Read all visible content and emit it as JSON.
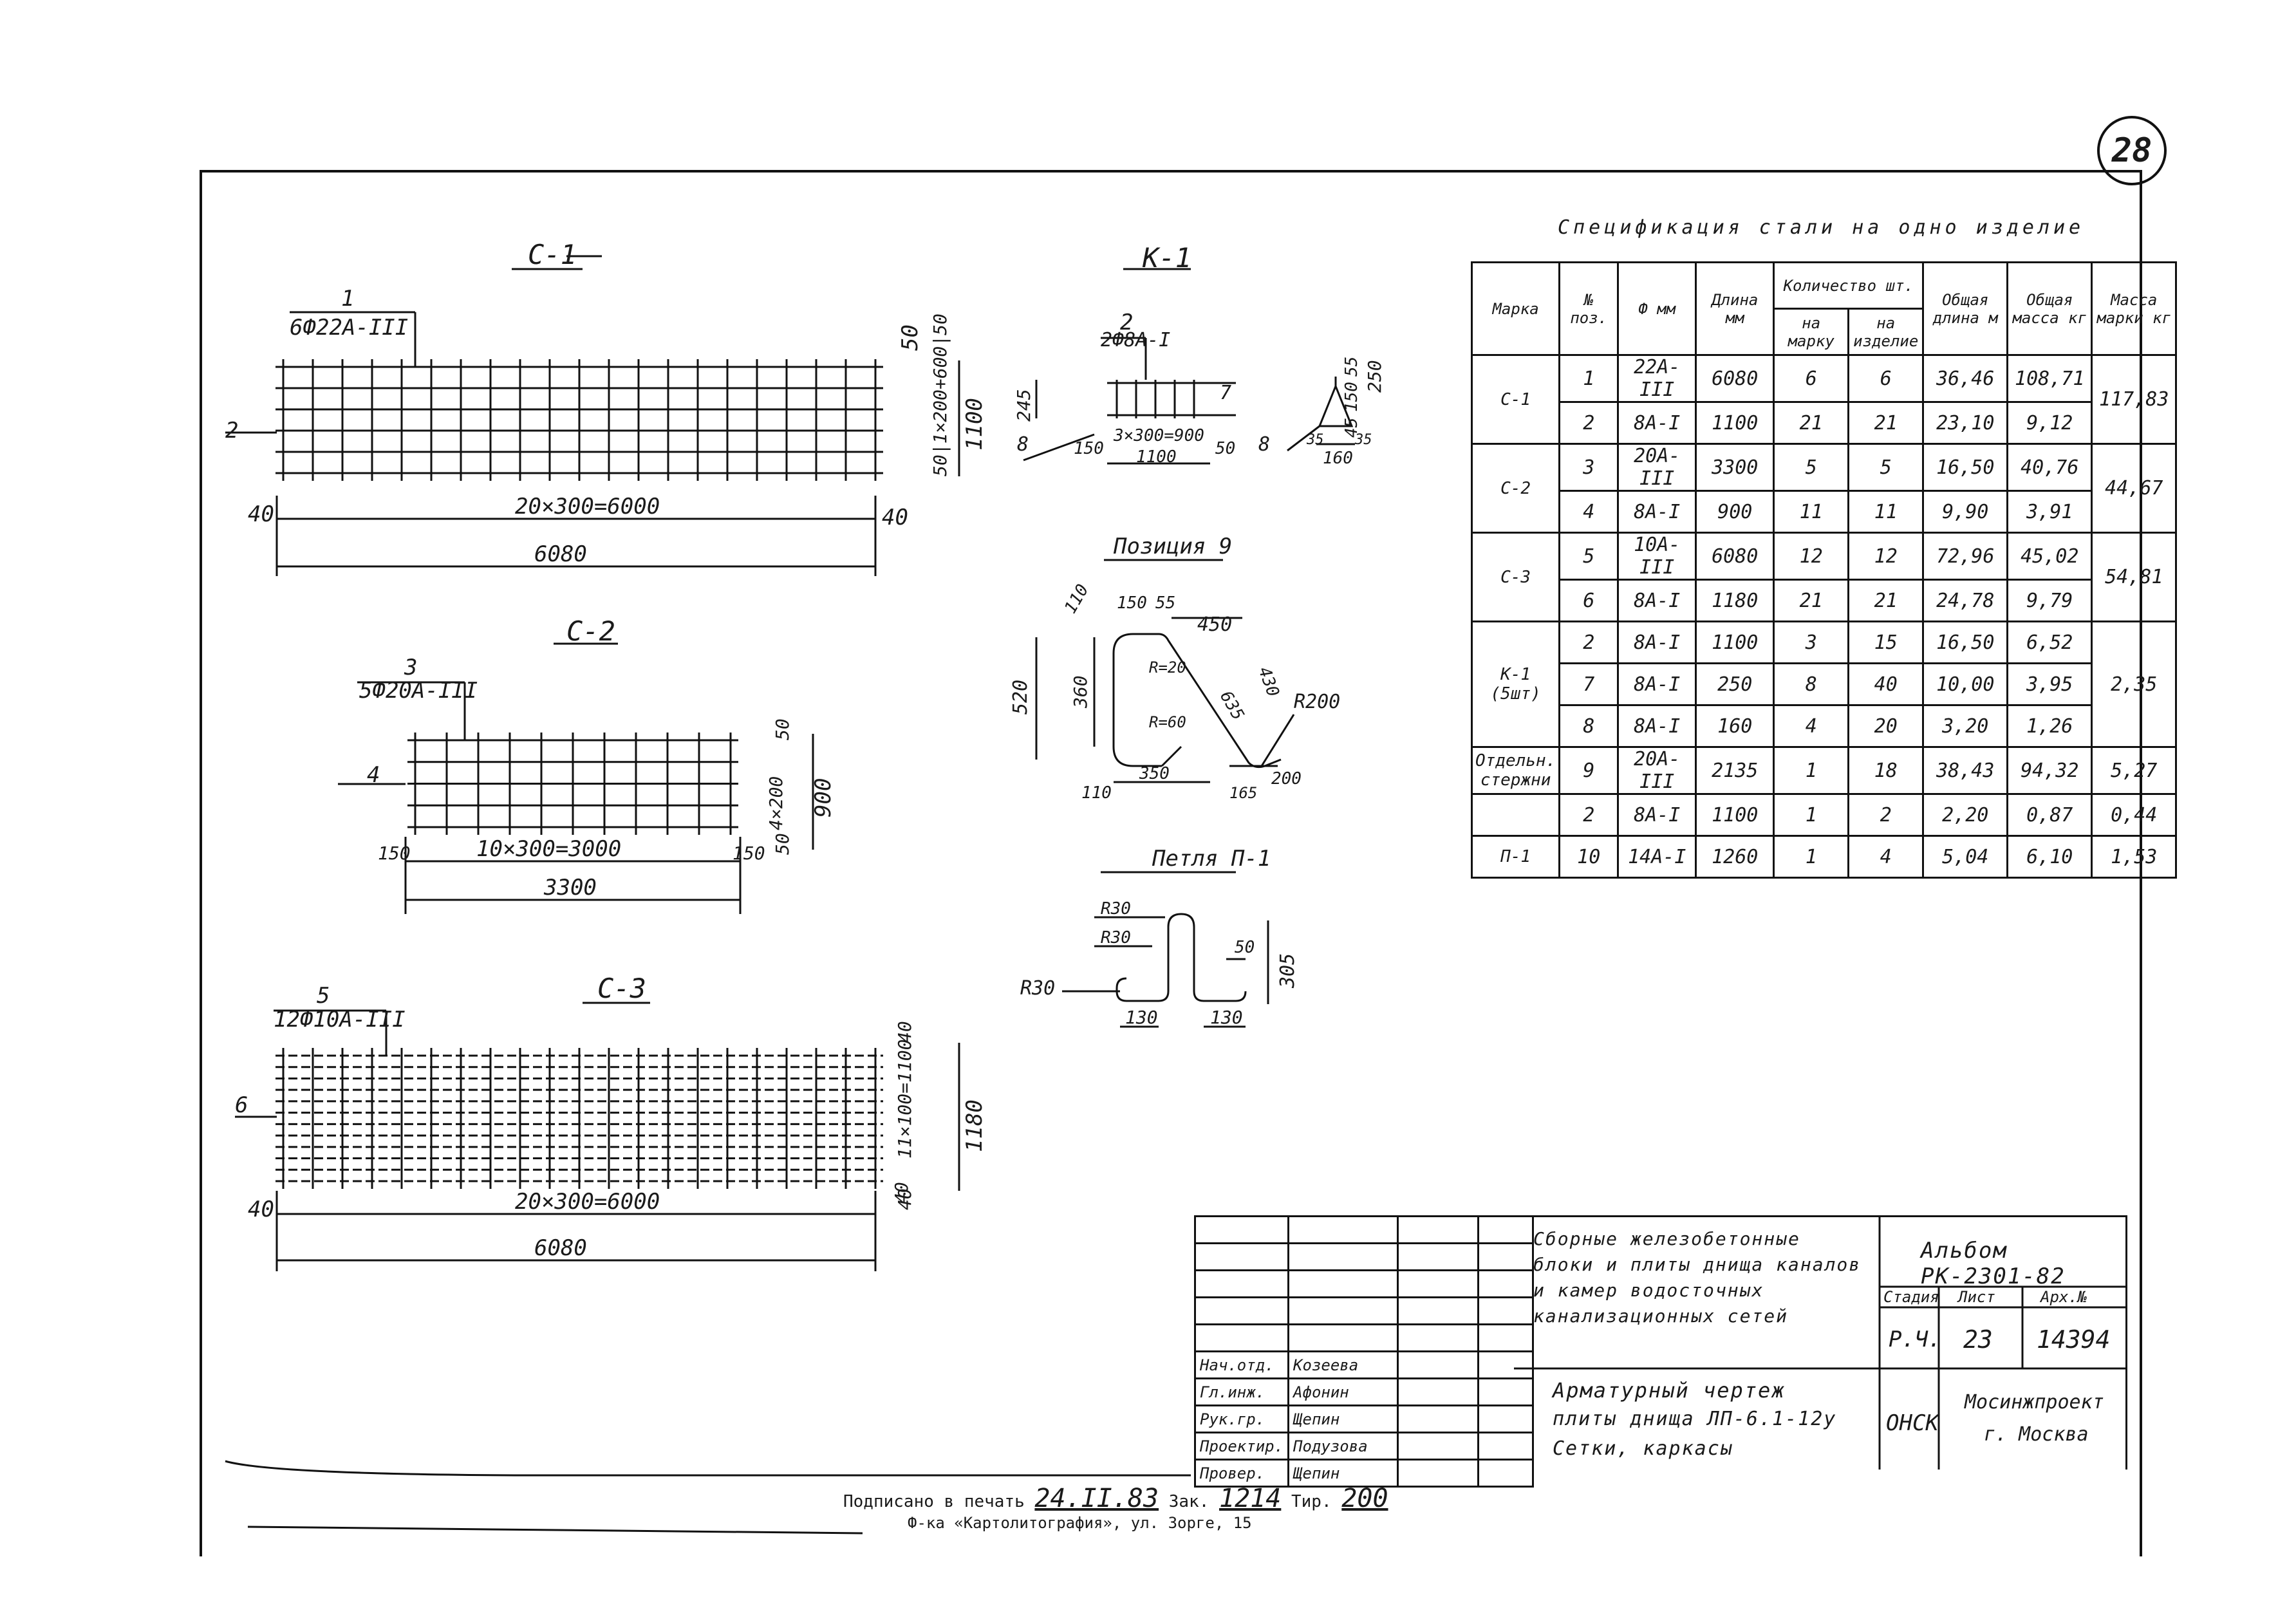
{
  "sheet_number": "28",
  "drawings": {
    "c1": {
      "title": "С-1",
      "bar_number": "1",
      "bar_label": "6Ф22А-III",
      "pos_left": "2",
      "dim_length_inner": "20×300=6000",
      "dim_length_total": "6080",
      "dim_end_left": "40",
      "dim_end_right": "40",
      "dim_side": "50|1×200+600|50",
      "dim_height": "1100",
      "dim_top": "50"
    },
    "c2": {
      "title": "С-2",
      "bar_number": "3",
      "bar_label": "5Ф20А-III",
      "pos_left": "4",
      "dim_length_inner": "10×300=3000",
      "dim_length_total": "3300",
      "dim_end_left": "150",
      "dim_end_right": "150",
      "dim_side": "4×200",
      "dim_height": "900",
      "dim_top": "50",
      "dim_bottom": "50"
    },
    "c3": {
      "title": "С-3",
      "bar_number": "5",
      "bar_label": "12Ф10А-III",
      "pos_left": "6",
      "dim_length_inner": "20×300=6000",
      "dim_length_total": "6080",
      "dim_end_left": "40",
      "dim_end_right": "40",
      "dim_side": "11×100=1100",
      "dim_height": "1180",
      "dim_top": "40",
      "dim_bottom": "40"
    },
    "k1": {
      "title": "К-1",
      "bar_number": "2",
      "bar_label": "2Ф8А-I",
      "pos_7": "7",
      "pos_8": "8",
      "pos_8b": "8",
      "dim_245": "245",
      "dim_150": "150",
      "dim_inner": "3×300=900",
      "dim_50": "50",
      "dim_1100": "1100",
      "dim_55": "55",
      "dim_150v": "150",
      "dim_250": "250",
      "dim_45": "45",
      "dim_35a": "35",
      "dim_35b": "35",
      "dim_160": "160"
    },
    "pos9": {
      "title": "Позиция 9",
      "d110a": "110",
      "d150": "150",
      "d55": "55",
      "d450": "450",
      "d520": "520",
      "d360": "360",
      "r20": "R=20",
      "r60": "R=60",
      "d635": "635",
      "d430": "430",
      "r200": "R200",
      "d350": "350",
      "d110b": "110",
      "d165": "165",
      "d200": "200"
    },
    "p1": {
      "title": "Петля П-1",
      "r30a": "R30",
      "r30b": "R30",
      "r30c": "R30",
      "d50": "50",
      "d305": "305",
      "d130a": "130",
      "d130b": "130"
    }
  },
  "spec": {
    "title": "Спецификация стали на одно изделие",
    "headers": {
      "mark": "Марка",
      "pos": "№ поз.",
      "dia": "Ф мм",
      "len": "Длина мм",
      "qty": "Количество шт.",
      "qty_set": "на марку",
      "qty_item": "на изделие",
      "total_len": "Общая длина м",
      "total_mass": "Общая масса кг",
      "mark_mass": "Масса марки кг"
    },
    "groups": [
      {
        "mark": "С-1",
        "mass": "117,83",
        "rows": [
          {
            "pos": "1",
            "dia": "22А-III",
            "len": "6080",
            "q1": "6",
            "q2": "6",
            "tl": "36,46",
            "tm": "108,71"
          },
          {
            "pos": "2",
            "dia": "8А-I",
            "len": "1100",
            "q1": "21",
            "q2": "21",
            "tl": "23,10",
            "tm": "9,12"
          }
        ]
      },
      {
        "mark": "С-2",
        "mass": "44,67",
        "rows": [
          {
            "pos": "3",
            "dia": "20А-III",
            "len": "3300",
            "q1": "5",
            "q2": "5",
            "tl": "16,50",
            "tm": "40,76"
          },
          {
            "pos": "4",
            "dia": "8А-I",
            "len": "900",
            "q1": "11",
            "q2": "11",
            "tl": "9,90",
            "tm": "3,91"
          }
        ]
      },
      {
        "mark": "С-3",
        "mass": "54,81",
        "rows": [
          {
            "pos": "5",
            "dia": "10А-III",
            "len": "6080",
            "q1": "12",
            "q2": "12",
            "tl": "72,96",
            "tm": "45,02"
          },
          {
            "pos": "6",
            "dia": "8А-I",
            "len": "1180",
            "q1": "21",
            "q2": "21",
            "tl": "24,78",
            "tm": "9,79"
          }
        ]
      },
      {
        "mark": "К-1 (5шт)",
        "mass": "2,35",
        "rows": [
          {
            "pos": "2",
            "dia": "8А-I",
            "len": "1100",
            "q1": "3",
            "q2": "15",
            "tl": "16,50",
            "tm": "6,52"
          },
          {
            "pos": "7",
            "dia": "8А-I",
            "len": "250",
            "q1": "8",
            "q2": "40",
            "tl": "10,00",
            "tm": "3,95"
          },
          {
            "pos": "8",
            "dia": "8А-I",
            "len": "160",
            "q1": "4",
            "q2": "20",
            "tl": "3,20",
            "tm": "1,26"
          }
        ]
      },
      {
        "mark": "Отдельн. стержни",
        "mass": "5,27",
        "rows": [
          {
            "pos": "9",
            "dia": "20А-III",
            "len": "2135",
            "q1": "1",
            "q2": "18",
            "tl": "38,43",
            "tm": "94,32"
          }
        ]
      },
      {
        "mark": "",
        "mass": "0,44",
        "rows": [
          {
            "pos": "2",
            "dia": "8А-I",
            "len": "1100",
            "q1": "1",
            "q2": "2",
            "tl": "2,20",
            "tm": "0,87"
          }
        ]
      },
      {
        "mark": "П-1",
        "mass": "1,53",
        "rows": [
          {
            "pos": "10",
            "dia": "14А-I",
            "len": "1260",
            "q1": "1",
            "q2": "4",
            "tl": "5,04",
            "tm": "6,10"
          }
        ]
      }
    ]
  },
  "title_block": {
    "project_title": "Сборные железобетонные блоки и плиты днища каналов и камер водосточных канализационных сетей",
    "album": "Альбом РК-2301-82",
    "stage_label": "Стадия",
    "sheet_label": "Лист",
    "arch_label": "Арх.№",
    "stage": "Р.Ч.",
    "sheet": "23",
    "arch": "14394",
    "drawing_title_1": "Арматурный чертеж",
    "drawing_title_2": "плиты днища ЛП-6.1-12у",
    "drawing_title_3": "Сетки, каркасы",
    "dept": "ОНСК",
    "org_1": "Мосинжпроект",
    "org_2": "г. Москва",
    "signatures": [
      {
        "role": "Нач.отд.",
        "name": "Козеева"
      },
      {
        "role": "Гл.инж.",
        "name": "Афонин"
      },
      {
        "role": "Рук.гр.",
        "name": "Щепин"
      },
      {
        "role": "Проектир.",
        "name": "Подузова"
      },
      {
        "role": "Провер.",
        "name": "Щепин"
      }
    ]
  },
  "footer": {
    "signed_prefix": "Подписано в печать",
    "signed_date": "24.II.83",
    "order_prefix": "Зак.",
    "order": "1214",
    "print_prefix": "Тир.",
    "print_run": "200",
    "factory": "Ф-ка «Картолитография», ул. Зорге, 15"
  }
}
